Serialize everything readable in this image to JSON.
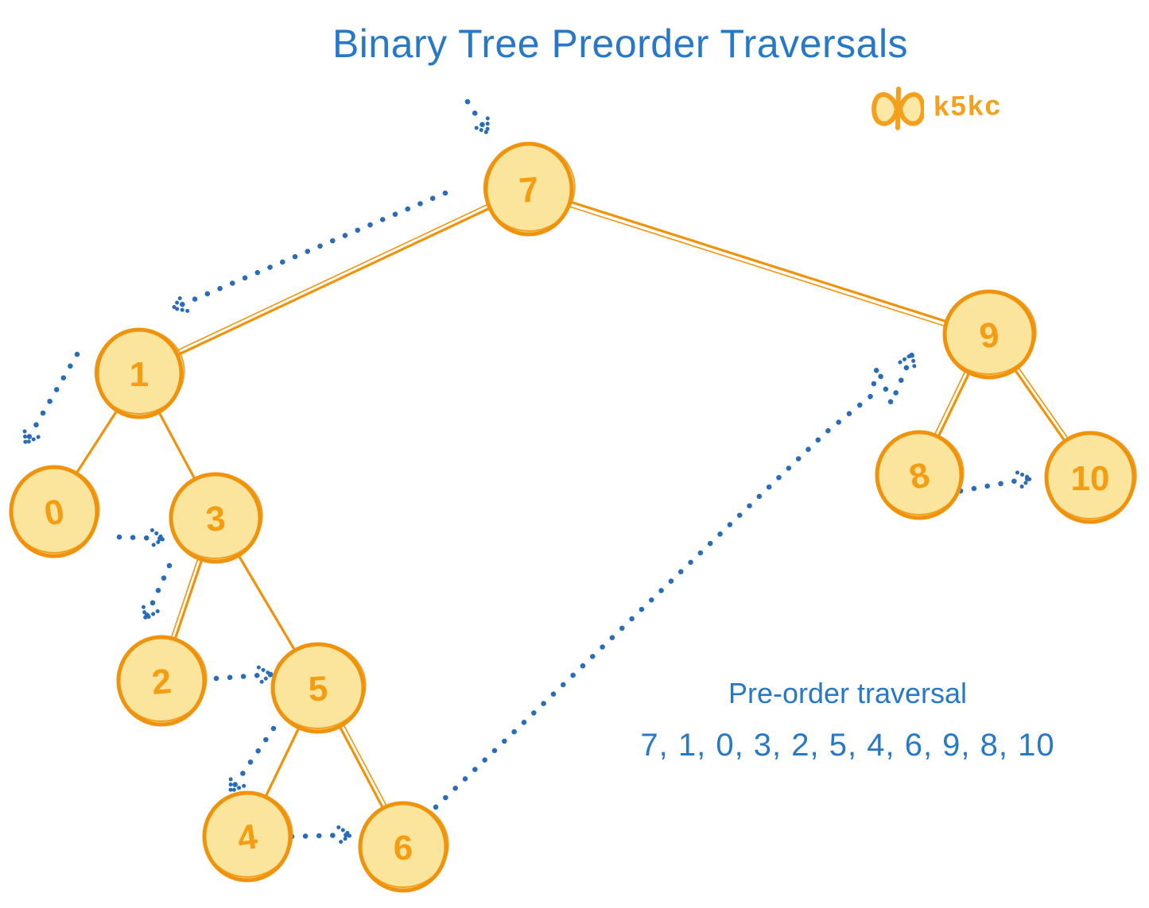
{
  "title": "Binary Tree Preorder Traversals",
  "logo": {
    "brand": "k5kc"
  },
  "tree": {
    "nodes": [
      {
        "value": "7"
      },
      {
        "value": "1"
      },
      {
        "value": "9"
      },
      {
        "value": "0"
      },
      {
        "value": "3"
      },
      {
        "value": "8"
      },
      {
        "value": "10"
      },
      {
        "value": "2"
      },
      {
        "value": "5"
      },
      {
        "value": "4"
      },
      {
        "value": "6"
      }
    ],
    "edges": [
      [
        "7",
        "1"
      ],
      [
        "7",
        "9"
      ],
      [
        "1",
        "0"
      ],
      [
        "1",
        "3"
      ],
      [
        "3",
        "2"
      ],
      [
        "3",
        "5"
      ],
      [
        "5",
        "4"
      ],
      [
        "5",
        "6"
      ],
      [
        "9",
        "8"
      ],
      [
        "9",
        "10"
      ]
    ]
  },
  "traversal": {
    "heading": "Pre-order traversal",
    "sequence": "7, 1, 0, 3, 2, 5, 4, 6, 9, 8, 10",
    "visit_order": [
      "7",
      "1",
      "0",
      "3",
      "2",
      "5",
      "4",
      "6",
      "9",
      "8",
      "10"
    ]
  },
  "colors": {
    "title_blue": "#2878C8",
    "arrow_blue": "#2A6CB8",
    "node_stroke": "#EF930D",
    "node_fill": "#FBE49C",
    "node_text": "#F49C12",
    "logo_orange": "#F5A01C",
    "logo_fill": "#FBE8A6"
  }
}
